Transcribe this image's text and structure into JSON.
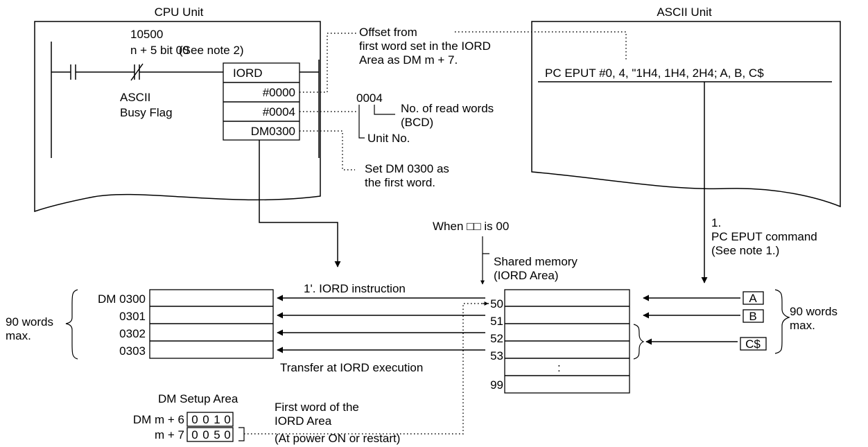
{
  "cpu": {
    "title": "CPU Unit",
    "bit_address": "10500",
    "bit_desc": "n + 5 bit 00",
    "see_note2": "(See note 2)",
    "busy_label_1": "ASCII",
    "busy_label_2": "Busy Flag",
    "instruction": "IORD",
    "operand1": "#0000",
    "operand2": "#0004",
    "operand3": "DM0300"
  },
  "annotations": {
    "offset_1": "Offset from",
    "offset_2": "first word set in the IORD",
    "offset_3": "Area as DM m + 7.",
    "code_0004": "0004",
    "read_words_1": "No. of read words",
    "read_words_2": "(BCD)",
    "unit_no": "Unit No.",
    "set_dm_1": "Set DM 0300 as",
    "set_dm_2": "the first word."
  },
  "ascii": {
    "title": "ASCII Unit",
    "command": "PC EPUT #0, 4, \"1H4, 1H4, 2H4; A, B, C$"
  },
  "step1": {
    "number": "1.",
    "label_1": "PC EPUT command",
    "label_2": "(See note 1.)"
  },
  "when_label": "When □□ is 00",
  "shared": {
    "label_1": "Shared memory",
    "label_2": "(IORD Area)",
    "rows": [
      "50",
      "51",
      "52",
      "53",
      "",
      "99"
    ],
    "colon": ":"
  },
  "iord_label": "1'. IORD instruction",
  "transfer_label": "Transfer at IORD execution",
  "dm": {
    "rows": [
      "DM 0300",
      "0301",
      "0302",
      "0303"
    ],
    "max_1": "90 words",
    "max_2": "max."
  },
  "vars": [
    "A",
    "B",
    "C$"
  ],
  "vars_max_1": "90 words",
  "vars_max_2": "max.",
  "setup": {
    "title": "DM Setup Area",
    "row1_label": "DM m + 6",
    "row1_digits": [
      "0",
      "0",
      "1",
      "0"
    ],
    "row2_label": "m + 7",
    "row2_digits": [
      "0",
      "0",
      "5",
      "0"
    ],
    "first_word_1": "First word of the",
    "first_word_2": "IORD Area",
    "power_note": "(At power ON or restart)"
  }
}
